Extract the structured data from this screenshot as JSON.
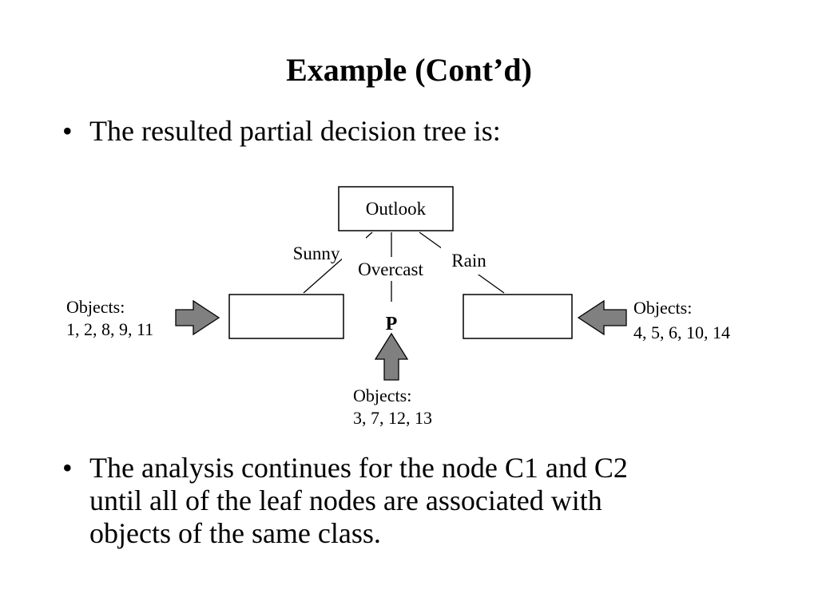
{
  "title": "Example (Cont’d)",
  "bullets": [
    {
      "marker": "•",
      "lines": [
        "The resulted partial decision tree is:"
      ]
    },
    {
      "marker": "•",
      "lines": [
        "The analysis continues for the node C1 and C2",
        "until all of the leaf nodes are associated with",
        "objects of the same class."
      ]
    }
  ],
  "tree": {
    "root": "Outlook",
    "branches": {
      "sunny": "Sunny",
      "overcast": "Overcast",
      "rain": "Rain"
    },
    "leaf_overcast": "P",
    "objects": {
      "left": {
        "caption": "Objects:",
        "ids": "1, 2, 8, 9, 11"
      },
      "bottom": {
        "caption": "Objects:",
        "ids": "3, 7, 12, 13"
      },
      "right": {
        "caption": "Objects:",
        "ids": "4, 5, 6, 10, 14"
      }
    }
  },
  "colors": {
    "arrow_fill": "#808080",
    "stroke": "#000000",
    "background": "#ffffff"
  }
}
